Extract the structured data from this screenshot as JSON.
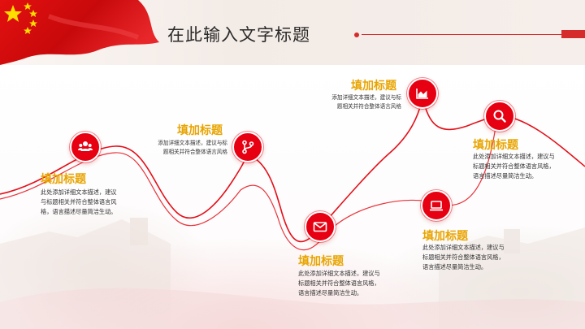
{
  "page": {
    "title": "在此输入文字标题"
  },
  "colors": {
    "accent_red": "#e60012",
    "heading_gold": "#e8a400",
    "text_dark": "#333333"
  },
  "items": [
    {
      "icon": "people-icon",
      "heading": "填加标题",
      "lines": [
        "此处添加详细文本描述，建议",
        "与标题相关并符合整体语言风",
        "格，语言描述尽量简洁生动。"
      ]
    },
    {
      "icon": "branch-icon",
      "heading": "填加标题",
      "lines": [
        "添加详细文本描述，建议与标",
        "题相关并符合整体语言风格"
      ]
    },
    {
      "icon": "envelope-icon",
      "heading": "填加标题",
      "lines": [
        "此处添加详细文本描述，建议与",
        "标题相关并符合整体语言风格，",
        "语言描述尽量简洁生动。"
      ]
    },
    {
      "icon": "area-chart-icon",
      "heading": "填加标题",
      "lines": [
        "添加详细文本描述，建议与标",
        "题相关并符合整体语言风格"
      ]
    },
    {
      "icon": "laptop-icon",
      "heading": "填加标题",
      "lines": [
        "此处添加详细文本描述，建议与",
        "标题相关并符合整体语言风格，",
        "语言描述尽量简洁生动。"
      ]
    },
    {
      "icon": "search-icon",
      "heading": "填加标题",
      "lines": [
        "此处添加详细文本描述，建议与",
        "标题相关并符合整体语言风格，",
        "语言描述尽量简洁生动。"
      ]
    }
  ]
}
